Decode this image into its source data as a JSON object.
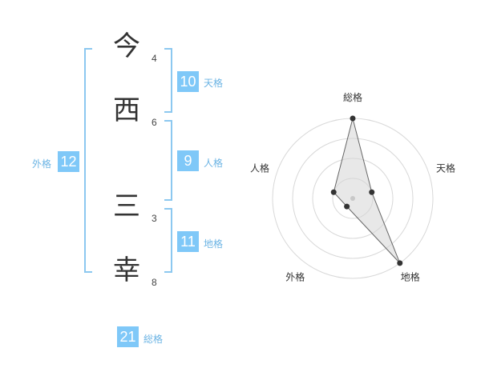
{
  "name": {
    "chars": [
      {
        "char": "今",
        "strokes": "4"
      },
      {
        "char": "西",
        "strokes": "6"
      },
      {
        "char": "三",
        "strokes": "3"
      },
      {
        "char": "幸",
        "strokes": "8"
      }
    ]
  },
  "fortune": {
    "tenkaku": {
      "label": "天格",
      "value": "10"
    },
    "jinkaku": {
      "label": "人格",
      "value": "9"
    },
    "chikaku": {
      "label": "地格",
      "value": "11"
    },
    "gaikaku": {
      "label": "外格",
      "value": "12"
    },
    "soukaku": {
      "label": "総格",
      "value": "21"
    }
  },
  "chart_data": {
    "type": "radar",
    "axes": [
      "総格",
      "天格",
      "地格",
      "外格",
      "人格"
    ],
    "values": [
      4,
      1,
      4,
      0.5,
      1
    ],
    "max": 4,
    "rings": 4,
    "grid": true,
    "colors": {
      "line": "#666666",
      "fill": "#d6d6d6",
      "point": "#333333",
      "grid": "#d8d8d8",
      "center": "#c8c8c8"
    }
  },
  "colors": {
    "accent": "#7fc8f8",
    "bracket": "#8cc8f0",
    "label": "#6cb4e4"
  }
}
